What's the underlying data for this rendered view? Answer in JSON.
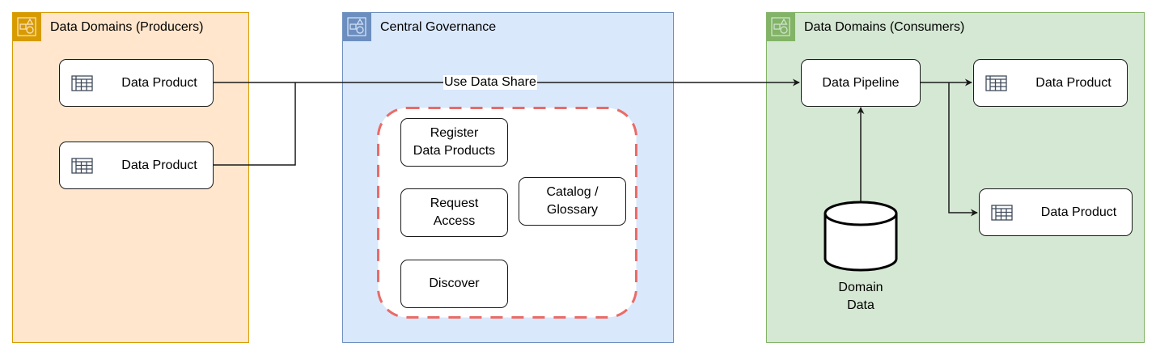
{
  "colors": {
    "producers_fill": "#FFE6CC",
    "producers_border": "#D79B00",
    "governance_fill": "#DAE8FC",
    "governance_border": "#6C8EBF",
    "consumers_fill": "#D5E8D4",
    "consumers_border": "#82B366",
    "dashed_border": "#EA6B66",
    "edge": "#1a1a1a",
    "table_icon": "#3F4B5B"
  },
  "groups": {
    "producers": {
      "title": "Data Domains (Producers)",
      "icon": "shapes-group-icon"
    },
    "governance": {
      "title": "Central Governance",
      "icon": "shapes-group-icon"
    },
    "consumers": {
      "title": "Data Domains (Consumers)",
      "icon": "shapes-group-icon"
    }
  },
  "producers": {
    "products": [
      {
        "label": "Data Product",
        "icon": "table-icon"
      },
      {
        "label": "Data Product",
        "icon": "table-icon"
      }
    ]
  },
  "governance": {
    "capabilities": {
      "register": "Register\nData Products",
      "request": "Request\nAccess",
      "discover": "Discover",
      "catalog": "Catalog /\nGlossary"
    }
  },
  "consumers": {
    "pipeline": "Data Pipeline",
    "products": [
      {
        "label": "Data Product",
        "icon": "table-icon"
      },
      {
        "label": "Data Product",
        "icon": "table-icon"
      }
    ],
    "domain_data": "Domain\nData"
  },
  "edges": {
    "share_label": "Use Data Share"
  }
}
